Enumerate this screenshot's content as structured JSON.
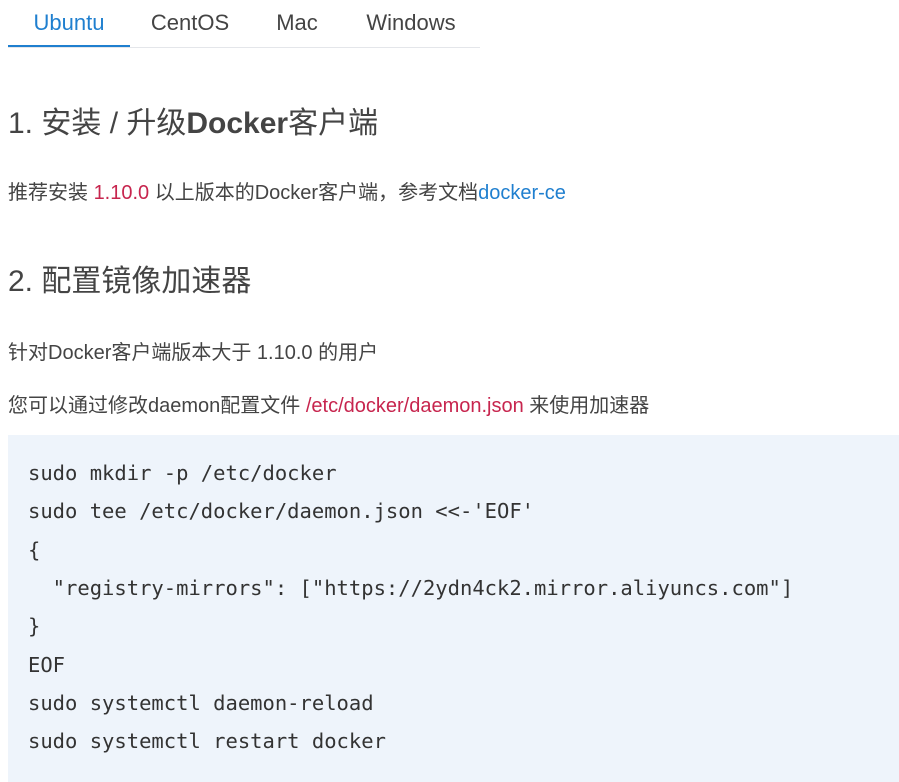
{
  "tabs": [
    {
      "label": "Ubuntu",
      "active": true
    },
    {
      "label": "CentOS",
      "active": false
    },
    {
      "label": "Mac",
      "active": false
    },
    {
      "label": "Windows",
      "active": false
    }
  ],
  "colors": {
    "accent": "#1f7fcf",
    "highlight": "#c7254e",
    "code_bg": "#eef4fb"
  },
  "section1": {
    "num": "1. ",
    "t1": "安装 / 升级",
    "t2": "Docker",
    "t3": "客户端",
    "desc_pre": "推荐安装 ",
    "version": "1.10.0",
    "desc_mid": " 以上版本的Docker客户端，参考文档",
    "doc_link": "docker-ce"
  },
  "section2": {
    "title": "2. 配置镜像加速器",
    "line1": "针对Docker客户端版本大于 1.10.0 的用户",
    "line2_pre": "您可以通过修改daemon配置文件 ",
    "config_path": "/etc/docker/daemon.json",
    "line2_post": " 来使用加速器"
  },
  "code_lines": [
    "sudo mkdir -p /etc/docker",
    "sudo tee /etc/docker/daemon.json <<-'EOF'",
    "{",
    "  \"registry-mirrors\": [\"https://2ydn4ck2.mirror.aliyuncs.com\"]",
    "}",
    "EOF",
    "sudo systemctl daemon-reload",
    "sudo systemctl restart docker"
  ]
}
